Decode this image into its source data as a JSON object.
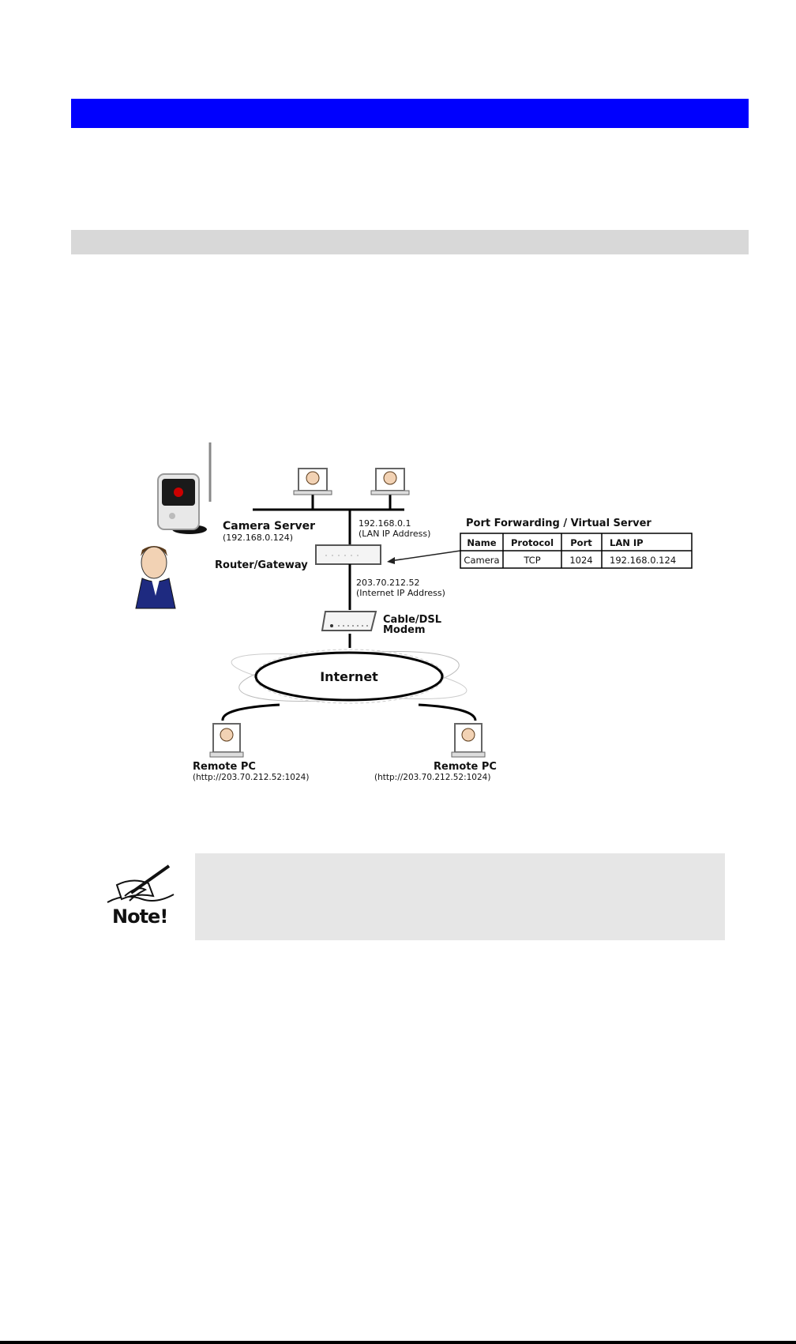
{
  "diagram": {
    "camera_server_label": "Camera Server",
    "camera_server_ip": "(192.168.0.124)",
    "router_label": "Router/Gateway",
    "lan_ip": "192.168.0.1",
    "lan_ip_caption": "(LAN IP Address)",
    "internet_ip": "203.70.212.52",
    "internet_ip_caption": "(Internet IP Address)",
    "modem_label_line1": "Cable/DSL",
    "modem_label_line2": "Modem",
    "internet_label": "Internet",
    "remote_pc_left_label": "Remote PC",
    "remote_pc_left_url": "(http://203.70.212.52:1024)",
    "remote_pc_right_label": "Remote PC",
    "remote_pc_right_url": "(http://203.70.212.52:1024)",
    "port_forwarding_title": "Port Forwarding / Virtual Server",
    "port_table": {
      "headers": [
        "Name",
        "Protocol",
        "Port",
        "LAN IP"
      ],
      "row": [
        "Camera",
        "TCP",
        "1024",
        "192.168.0.124"
      ]
    }
  },
  "note": {
    "label": "Note!"
  },
  "colors": {
    "heading_bar": "#0000fe",
    "subheading_bar": "#d8d8d8",
    "note_panel": "#e6e6e6"
  }
}
